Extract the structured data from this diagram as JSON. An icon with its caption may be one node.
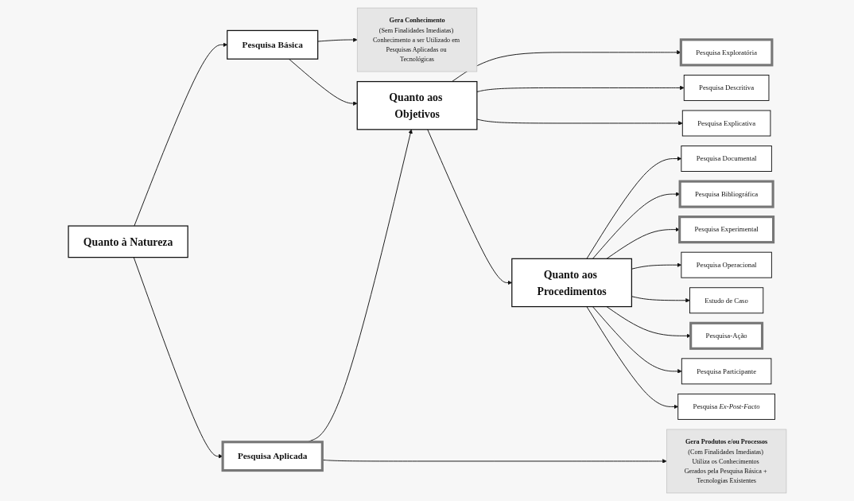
{
  "diagram": {
    "nodes": [
      {
        "text": [
          "Quanto à Natureza"
        ]
      },
      {
        "text": [
          "Pesquisa Básica"
        ]
      },
      {
        "text": [
          "Pesquisa Aplicada"
        ]
      },
      {
        "text": [
          "Gera Conhecimento",
          "(Sem Finalidades Imediatas) Conhecimento a ser Utilizado em Pesquisas Aplicadas ou Tecnológicas"
        ]
      },
      {
        "text": [
          "Gera Produtos e/ou Processos",
          "(Com Finalidades Imediatas) Utiliza os Conhecimentos Gerados pela Pesquisa Básica + Tecnologias Existentes"
        ]
      },
      {
        "text": [
          "Quanto aos Objetivos"
        ]
      },
      {
        "text": [
          "Quanto aos Procedimentos"
        ]
      },
      {
        "text": [
          "Pesquisa Exploratória"
        ]
      },
      {
        "text": [
          "Pesquisa Descritiva"
        ]
      },
      {
        "text": [
          "Pesquisa Explicativa"
        ]
      },
      {
        "text": [
          "Pesquisa Documental"
        ]
      },
      {
        "text": [
          "Pesquisa Bibliográfica"
        ]
      },
      {
        "text": [
          "Pesquisa Experimental"
        ]
      },
      {
        "text": [
          "Pesquisa Operacional"
        ]
      },
      {
        "text": [
          "Estudo de Caso"
        ]
      },
      {
        "text": [
          "Pesquisa-Ação"
        ]
      },
      {
        "text": [
          "Pesquisa Participante"
        ]
      },
      {
        "text": [
          "Pesquisa *Ex-Post-Facto*"
        ]
      }
    ],
    "edges": [
      {
        "from": 0,
        "to": 1,
        "arrow": "to"
      },
      {
        "from": 0,
        "to": 2,
        "arrow": "to"
      },
      {
        "from": 1,
        "to": 3,
        "arrow": "to"
      },
      {
        "from": 1,
        "to": 5,
        "arrow": "to"
      },
      {
        "from": 2,
        "to": 5,
        "arrow": "to"
      },
      {
        "from": 2,
        "to": 4,
        "arrow": "to"
      },
      {
        "from": 5,
        "to": 7,
        "arrow": "to"
      },
      {
        "from": 5,
        "to": 8,
        "arrow": "to"
      },
      {
        "from": 5,
        "to": 9,
        "arrow": "to"
      },
      {
        "from": 5,
        "to": 6,
        "arrow": "to"
      },
      {
        "from": 6,
        "to": 10,
        "arrow": "to"
      },
      {
        "from": 6,
        "to": 11,
        "arrow": "to"
      },
      {
        "from": 6,
        "to": 12,
        "arrow": "to"
      },
      {
        "from": 6,
        "to": 13,
        "arrow": "to"
      },
      {
        "from": 6,
        "to": 14,
        "arrow": "to"
      },
      {
        "from": 6,
        "to": 15,
        "arrow": "to"
      },
      {
        "from": 6,
        "to": 16,
        "arrow": "to"
      },
      {
        "from": 6,
        "to": 17,
        "arrow": "to"
      }
    ]
  }
}
